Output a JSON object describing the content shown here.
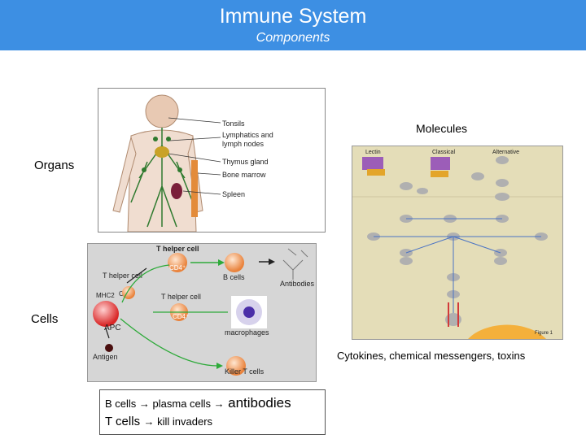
{
  "header": {
    "title": "Immune System",
    "subtitle": "Components"
  },
  "labels": {
    "organs": "Organs",
    "cells": "Cells",
    "molecules": "Molecules",
    "cytokines": "Cytokines, chemical messengers, toxins"
  },
  "organs_figure": {
    "items": [
      "Tonsils",
      "Lymphatics and",
      "lymph nodes",
      "Thymus gland",
      "Bone marrow",
      "Spleen"
    ]
  },
  "cells_figure": {
    "t_helper_top": "T helper cell",
    "t_helper_left": "T helper cell",
    "t_helper_mid": "T helper cell",
    "cd4_top": "CD4⁺",
    "cd4_mid": "CD4⁺",
    "cd4_left": "CD4⁺",
    "mhc2": "MHC2",
    "b_cells": "B cells",
    "antibodies": "Antibodies",
    "apc": "APC",
    "macrophages": "macrophages",
    "antigen": "Antigen",
    "killer": "Killer T cells"
  },
  "molecules_figure": {
    "lectin": "Lectin",
    "classical": "Classical",
    "alternative": "Alternative",
    "figure_number": "Figure 1"
  },
  "summary": {
    "line1_prefix": "B cells → plasma cells →",
    "line1_emph": "antibodies",
    "line2_prefix": "T cells",
    "line2_suffix": "→ kill invaders"
  },
  "colors": {
    "header": "#3d8fe3",
    "cells_bg": "#d6d6d6",
    "molecules_bg": "#e4ddb8"
  }
}
